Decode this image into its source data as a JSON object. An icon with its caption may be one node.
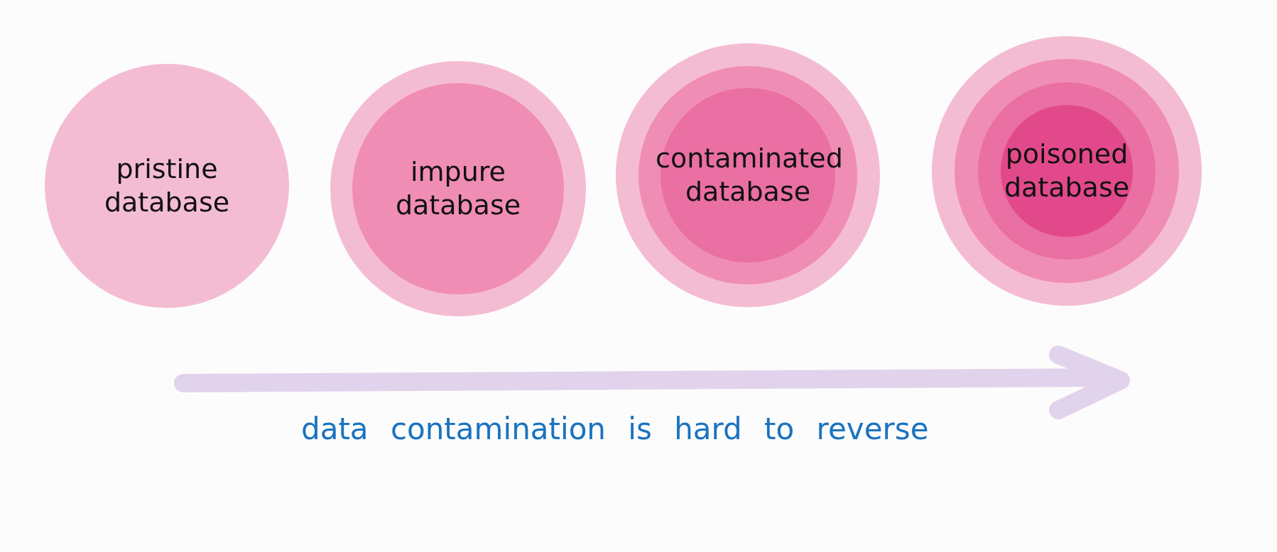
{
  "diagram": {
    "nodes": [
      {
        "text": [
          "pristine database"
        ]
      },
      {
        "text": [
          "impure database"
        ]
      },
      {
        "text": [
          "contaminated database"
        ]
      },
      {
        "text": [
          "poisoned database"
        ]
      }
    ],
    "labels": [
      "data contamination is hard to reverse"
    ]
  }
}
